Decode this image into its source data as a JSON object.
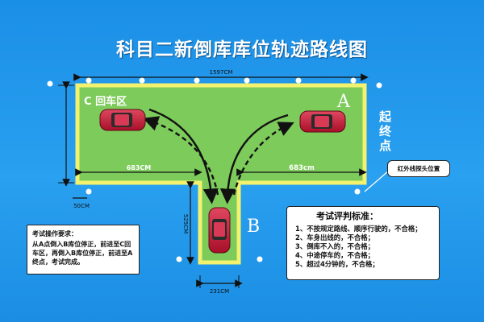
{
  "title": "科目二新倒库库位轨迹路线图",
  "zone_c_label": "C 回车区",
  "label_a": "A",
  "label_b": "B",
  "start_end_label": [
    "起",
    "终",
    "点"
  ],
  "dimensions": {
    "top_width": "1597CM",
    "left_wing": "683CM",
    "right_wing": "683cm",
    "stem_height": "525CM",
    "stem_width": "231CM",
    "left_offset": "50CM"
  },
  "infrared_label": "红外线探头位置",
  "operation": {
    "heading": "考试操作要求：",
    "body": "从A点倒入B库位停正，前进至C回车区，再倒入B库位停正，前进至A终点，考试完成。"
  },
  "criteria": {
    "heading": "考试评判标准：",
    "items": [
      "1、不按规定路线、顺序行驶的，不合格；",
      "2、车身出线的，不合格；",
      "3、倒库不入的，不合格；",
      "4、中途停车的，不合格；",
      "5、超过4分钟的，不合格；"
    ]
  },
  "colors": {
    "background": "#1e90e8",
    "ground": "#7dcb5a",
    "border": "#f2f26e",
    "car": "#c81f3c"
  }
}
